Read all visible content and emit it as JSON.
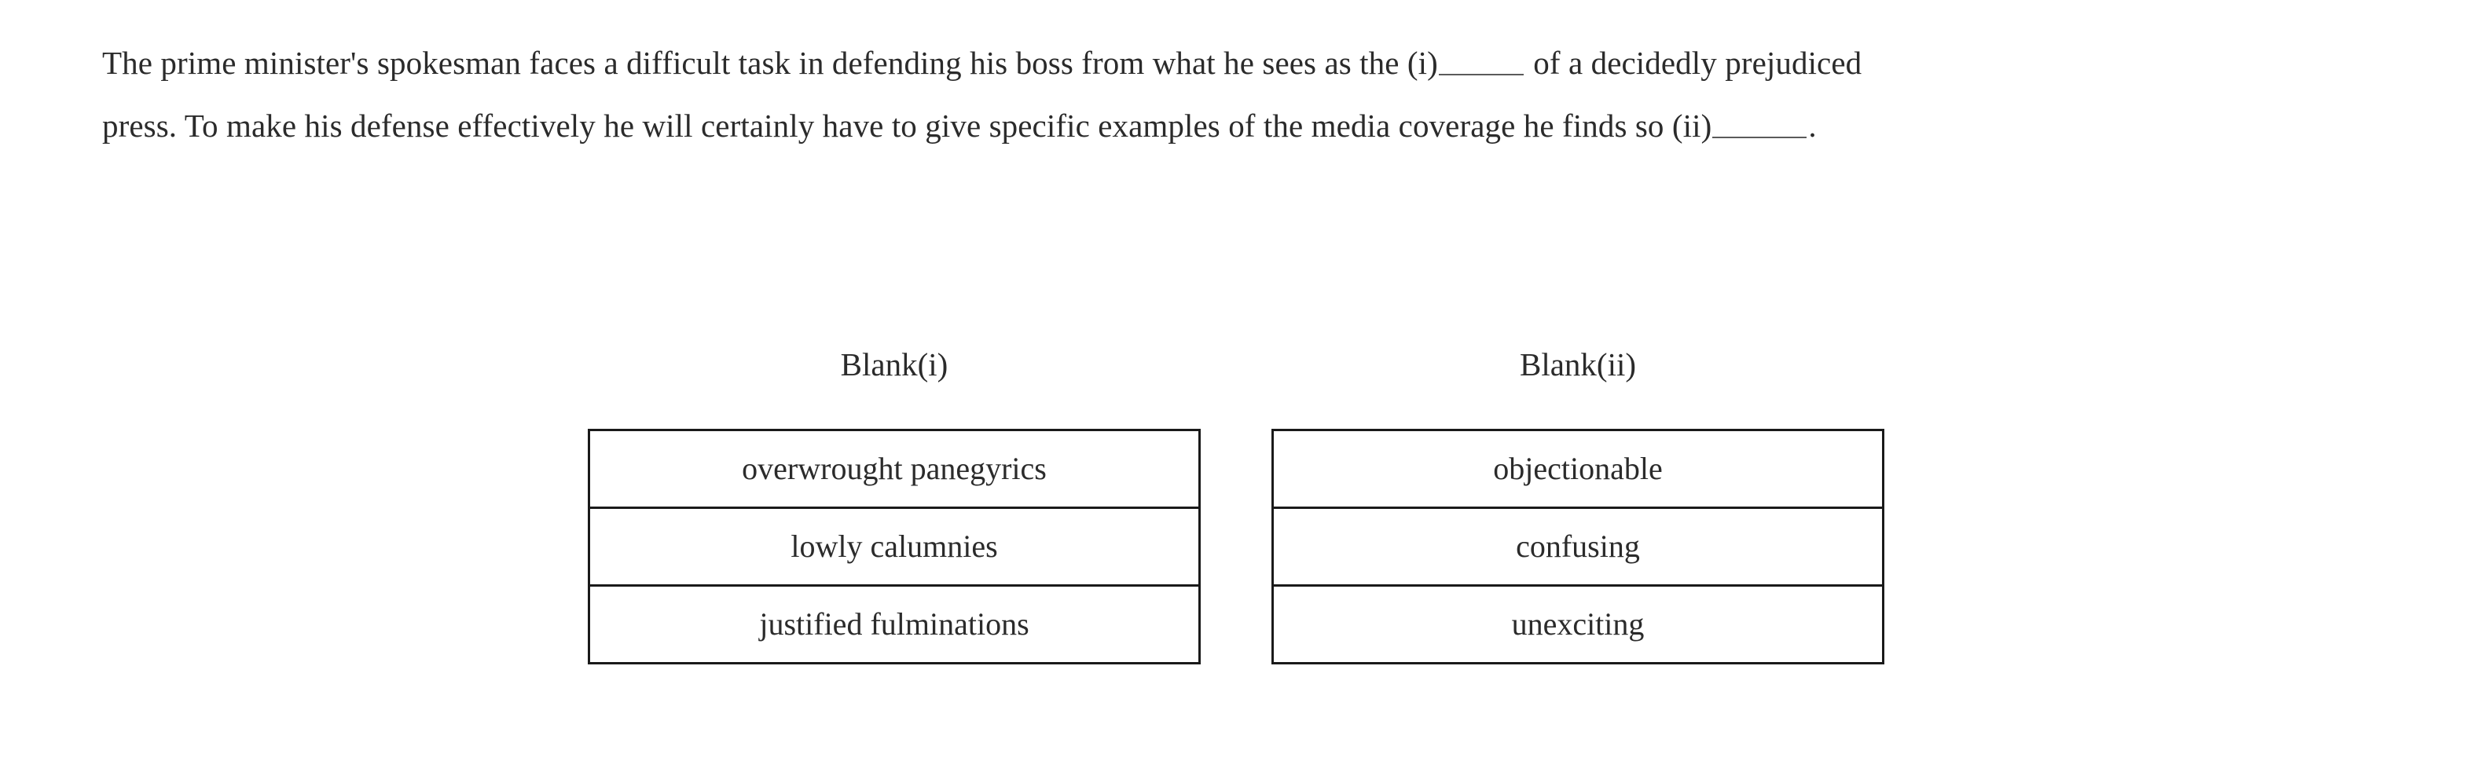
{
  "passage": {
    "line1_part1": "The prime minister's spokesman faces a difficult task in defending his boss from what he sees as the (i)",
    "line1_part2": "of a decidedly prejudiced",
    "line2_part1": "press. To make his defense effectively he will certainly have to give specific examples of the media coverage he finds so (ii)",
    "line2_part2": "."
  },
  "answers": {
    "columns": [
      {
        "header": "Blank(i)",
        "options": [
          "overwrought panegyrics",
          "lowly calumnies",
          "justified fulminations"
        ]
      },
      {
        "header": "Blank(ii)",
        "options": [
          "objectionable",
          "confusing",
          "unexciting"
        ]
      }
    ]
  },
  "colors": {
    "background": "#ffffff",
    "text": "#2b2b2b",
    "border": "#1a1a1a",
    "blank_rule": "#5a5a5a"
  }
}
